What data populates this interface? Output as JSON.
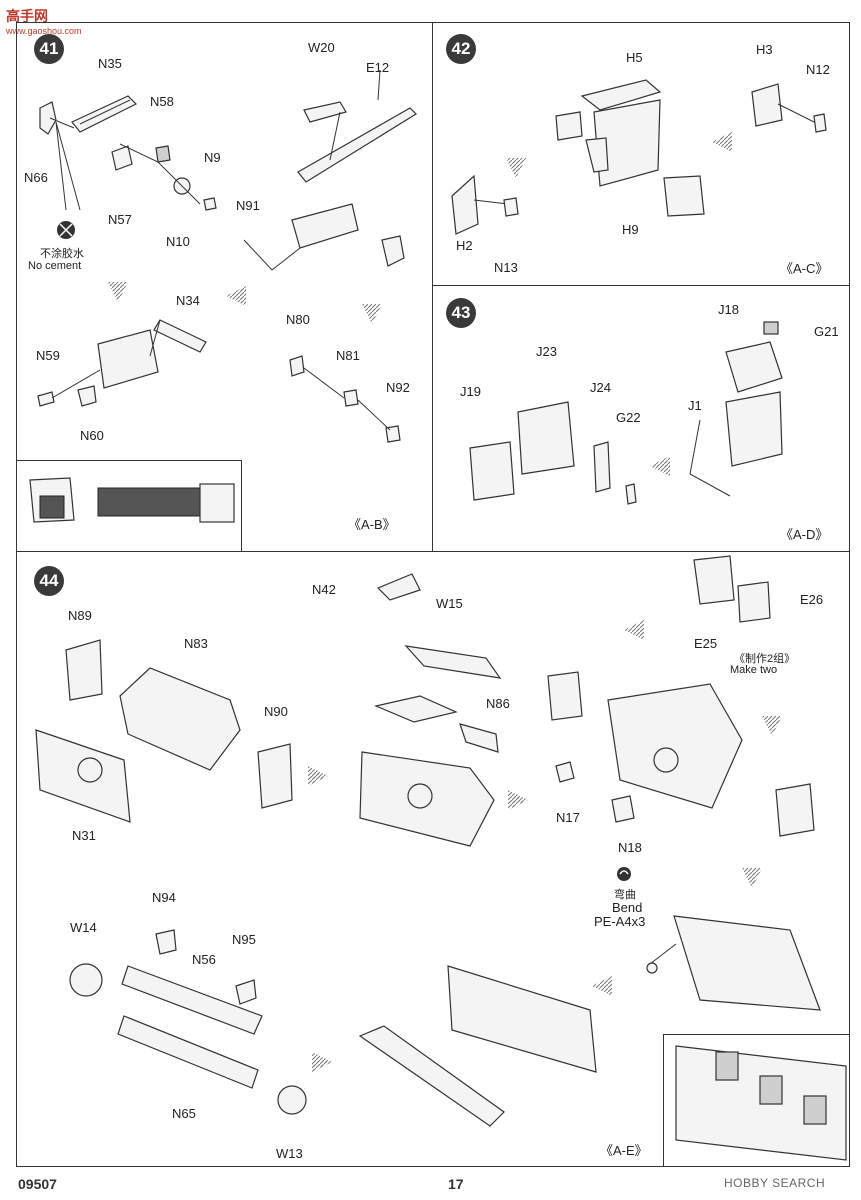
{
  "header": {
    "site_logo": "高手网",
    "site_url": "www.gaoshou.com"
  },
  "steps": {
    "s41": {
      "number": "41",
      "labels": {
        "n35": "N35",
        "n58": "N58",
        "n9": "N9",
        "n66": "N66",
        "n57": "N57",
        "n10": "N10",
        "w20": "W20",
        "e12": "E12",
        "n91": "N91",
        "n34": "N34",
        "n59": "N59",
        "n60": "N60",
        "n80": "N80",
        "n81": "N81",
        "n92": "N92"
      },
      "no_cement_cn": "不涂胶水",
      "no_cement_en": "No cement",
      "detail_tag": "《A-B》"
    },
    "s42": {
      "number": "42",
      "labels": {
        "h5": "H5",
        "h3": "H3",
        "n12": "N12",
        "h9": "H9",
        "h2": "H2",
        "n13": "N13"
      },
      "detail_tag": "《A-C》"
    },
    "s43": {
      "number": "43",
      "labels": {
        "j18": "J18",
        "g21": "G21",
        "j23": "J23",
        "j19": "J19",
        "j24": "J24",
        "g22": "G22",
        "j1": "J1"
      },
      "detail_tag": "《A-D》"
    },
    "s44": {
      "number": "44",
      "labels": {
        "n42": "N42",
        "w15": "W15",
        "n86": "N86",
        "n89": "N89",
        "n83": "N83",
        "n90": "N90",
        "n31": "N31",
        "n17": "N17",
        "n18": "N18",
        "e26": "E26",
        "e25": "E25",
        "n94": "N94",
        "w14": "W14",
        "n56": "N56",
        "n95": "N95",
        "n65": "N65",
        "w13": "W13"
      },
      "make_two_cn": "《制作2组》",
      "make_two_en": "Make two",
      "bend_cn": "弯曲",
      "bend_en": "Bend",
      "pe_part": "PE-A4x3",
      "detail_tag": "《A-E》"
    }
  },
  "footer": {
    "kit_number": "09507",
    "page_number": "17",
    "watermark": "HOBBY SEARCH"
  }
}
